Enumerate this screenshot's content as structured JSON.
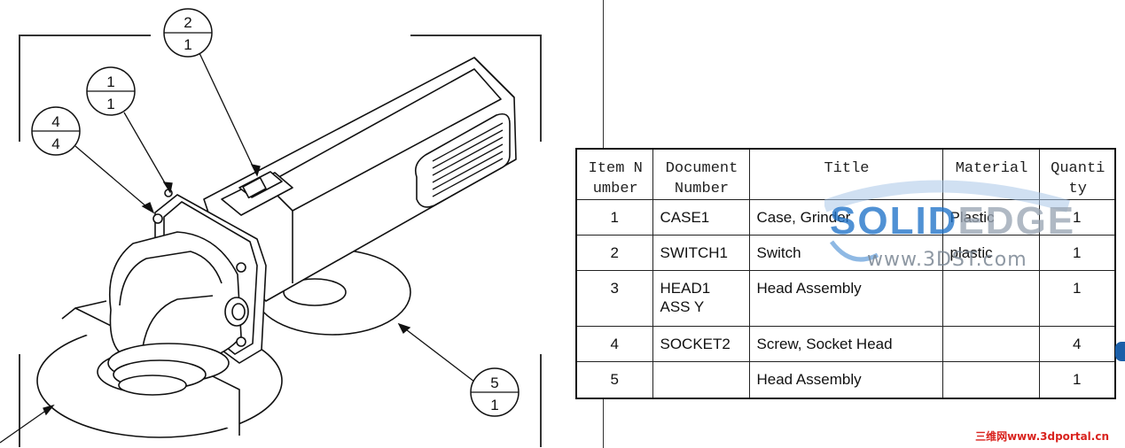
{
  "balloons": [
    {
      "id": "b2",
      "top": "2",
      "bottom": "1"
    },
    {
      "id": "b1",
      "top": "1",
      "bottom": "1"
    },
    {
      "id": "b4",
      "top": "4",
      "bottom": "4"
    },
    {
      "id": "b5",
      "top": "5",
      "bottom": "1"
    }
  ],
  "table": {
    "headers": [
      "Item N umber",
      "Document Number",
      "Title",
      "Material",
      "Quanti ty"
    ],
    "rows": [
      {
        "item": "1",
        "doc": "CASE1",
        "title": "Case, Grinder",
        "material": "Plastic",
        "qty": "1"
      },
      {
        "item": "2",
        "doc": "SWITCH1",
        "title": "Switch",
        "material": "plastic",
        "qty": "1"
      },
      {
        "item": "3",
        "doc": "HEAD1 ASS Y",
        "title": "Head Assembly",
        "material": "",
        "qty": "1"
      },
      {
        "item": "4",
        "doc": "SOCKET2",
        "title": "Screw, Socket Head",
        "material": "",
        "qty": "4"
      },
      {
        "item": "5",
        "doc": "",
        "title": "Head Assembly",
        "material": "",
        "qty": "1"
      }
    ]
  },
  "watermark": {
    "logo_a": "SOLID",
    "logo_b": "EDGE",
    "url": "www.3DST.com",
    "color_blue": "#1f73c9"
  },
  "footer_mark": "三维网www.3dportal.cn",
  "colors": {
    "line": "#111111",
    "accent_red": "#d9231e"
  }
}
